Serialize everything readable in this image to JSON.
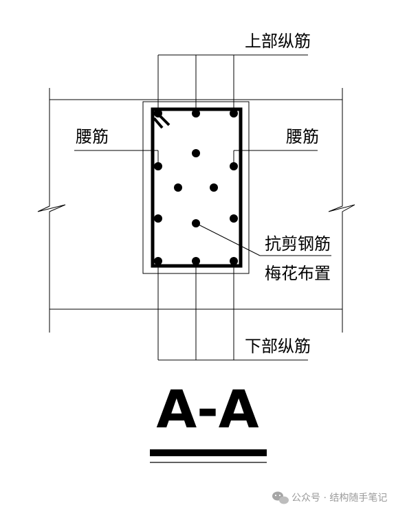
{
  "labels": {
    "top_longitudinal": "上部纵筋",
    "waist_left": "腰筋",
    "waist_right": "腰筋",
    "shear_line1": "抗剪钢筋",
    "shear_line2": "梅花布置",
    "bottom_longitudinal": "下部纵筋"
  },
  "section_title": "A-A",
  "watermark": {
    "text": "公众号 · 结构随手笔记",
    "icon": "wechat-icon"
  }
}
